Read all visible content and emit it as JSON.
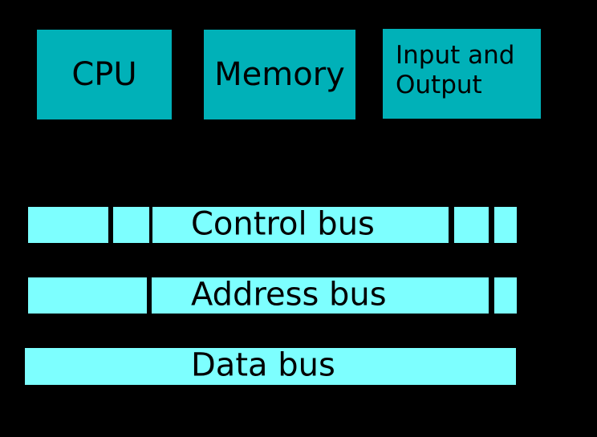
{
  "diagram": {
    "background_color": "#000000",
    "box_fill_color": "#00b1b8",
    "bus_fill_color": "#7dffff",
    "text_color": "#000000",
    "boxes": {
      "cpu": {
        "label": "CPU"
      },
      "memory": {
        "label": "Memory"
      },
      "io": {
        "label_line1": "Input and",
        "label_line2": "Output"
      }
    },
    "buses": {
      "control": {
        "label": "Control bus"
      },
      "address": {
        "label": "Address bus"
      },
      "data": {
        "label": "Data bus"
      }
    }
  }
}
